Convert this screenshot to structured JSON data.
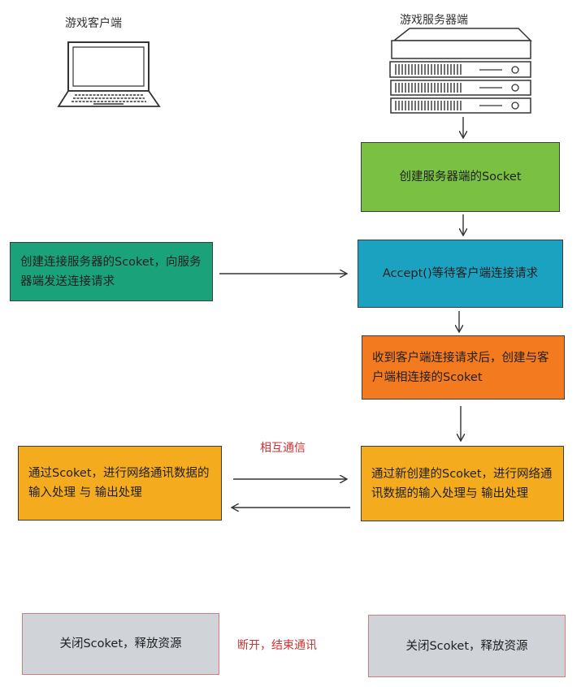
{
  "client": {
    "title": "游戏客户端"
  },
  "server": {
    "title": "游戏服务器端"
  },
  "boxes": {
    "create_server_socket": "创建服务器端的Socket",
    "client_connect": "创建连接服务器的Scoket，向服务器端发送连接请求",
    "accept": "Accept()等待客户端连接请求",
    "receive_request": "收到客户端连接请求后，创建与客户端相连接的Scoket",
    "client_io": "通过Scoket，进行网络通讯数据的输入处理 与 输出处理",
    "server_io": "通过新创建的Scoket，进行网络通讯数据的输入处理与 输出处理",
    "client_close": "关闭Scoket，释放资源",
    "server_close": "关闭Scoket，释放资源"
  },
  "annotations": {
    "mutual": "相互通信",
    "disconnect": "断开，结束通讯"
  },
  "colors": {
    "green_light": "#7ac143",
    "green_dark": "#1aa37a",
    "teal": "#1aa2c0",
    "orange": "#f47a20",
    "amber": "#f5ab1e",
    "gray": "#d0d3d8",
    "annotation_red": "#cc3333"
  }
}
